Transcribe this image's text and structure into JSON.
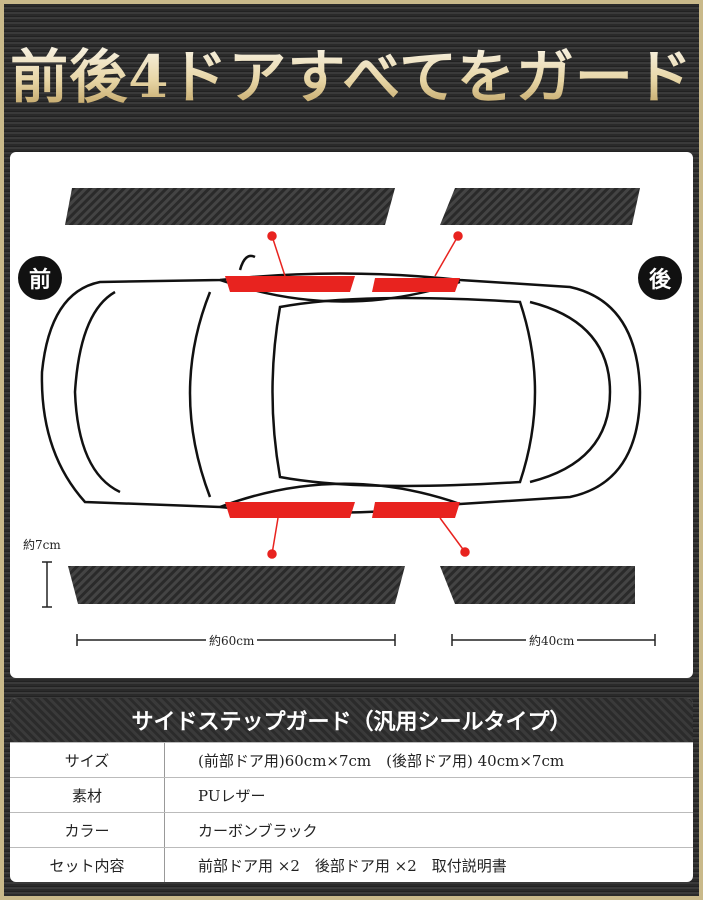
{
  "title": "前後4ドアすべてをガード",
  "labels": {
    "front": "前",
    "rear": "後"
  },
  "dimensions": {
    "height": "約7cm",
    "front_length": "約60cm",
    "rear_length": "約40cm"
  },
  "colors": {
    "accent": "#e8231f",
    "gold": "#c9b98a"
  },
  "table": {
    "header": "サイドステップガード（汎用シールタイプ）",
    "rows": [
      {
        "key": "サイズ",
        "value": "(前部ドア用)60cm×7cm　(後部ドア用) 40cm×7cm"
      },
      {
        "key": "素材",
        "value": "PUレザー"
      },
      {
        "key": "カラー",
        "value": "カーボンブラック"
      },
      {
        "key": "セット内容",
        "value": "前部ドア用 ×2　後部ドア用 ×2　取付説明書"
      }
    ]
  }
}
